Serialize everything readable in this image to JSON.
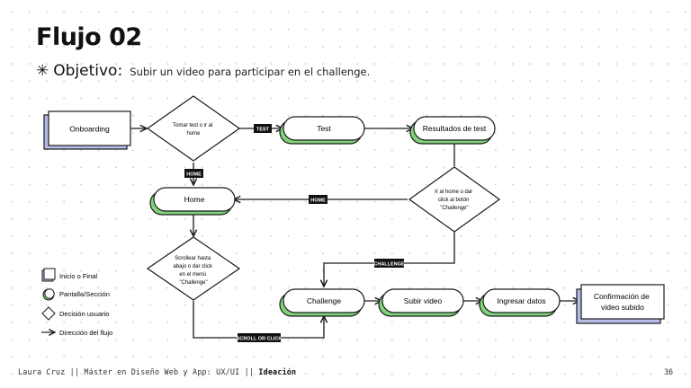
{
  "slide": {
    "title": "Flujo 02",
    "objective_label": "Objetivo:",
    "objective_text": "Subir un video para participar en el challenge.",
    "footer_author": "Laura Cruz || Máster en Diseño Web y App: UX/UI || ",
    "footer_section": "Ideación",
    "page_number": "36"
  },
  "nodes": {
    "onboarding": "Onboarding",
    "decision_test_home": [
      "Tomar test o ir al",
      "home"
    ],
    "test": "Test",
    "test_results": "Resultados de test",
    "home": "Home",
    "decision_home_challenge": [
      "Ir al home o dar",
      "click al botón",
      "\"Challenge\""
    ],
    "decision_scroll": [
      "Scrollear hasta",
      "abajo o dar click",
      "en el menú",
      "\"Challenge\""
    ],
    "challenge": "Challenge",
    "upload_video": "Subir video",
    "enter_data": "Ingresar datos",
    "confirmation": [
      "Confirmación de",
      "video subido"
    ]
  },
  "edge_labels": {
    "test": "TEST",
    "home_down": "HOME",
    "home_left": "HOME",
    "challenge": "CHALLENGE",
    "scroll_or_click": "SCROLL OR CLICK"
  },
  "legend": {
    "start_end": "Inicio o Final",
    "screen": "Pantalla/Sección",
    "decision": "Decisión usuario",
    "direction": "Dirección del flujo"
  },
  "colors": {
    "screen_shadow": "#7fd37a",
    "terminal_shadow": "#b5bce8",
    "stroke": "#1a1a1a",
    "edge_label_bg": "#111111"
  }
}
